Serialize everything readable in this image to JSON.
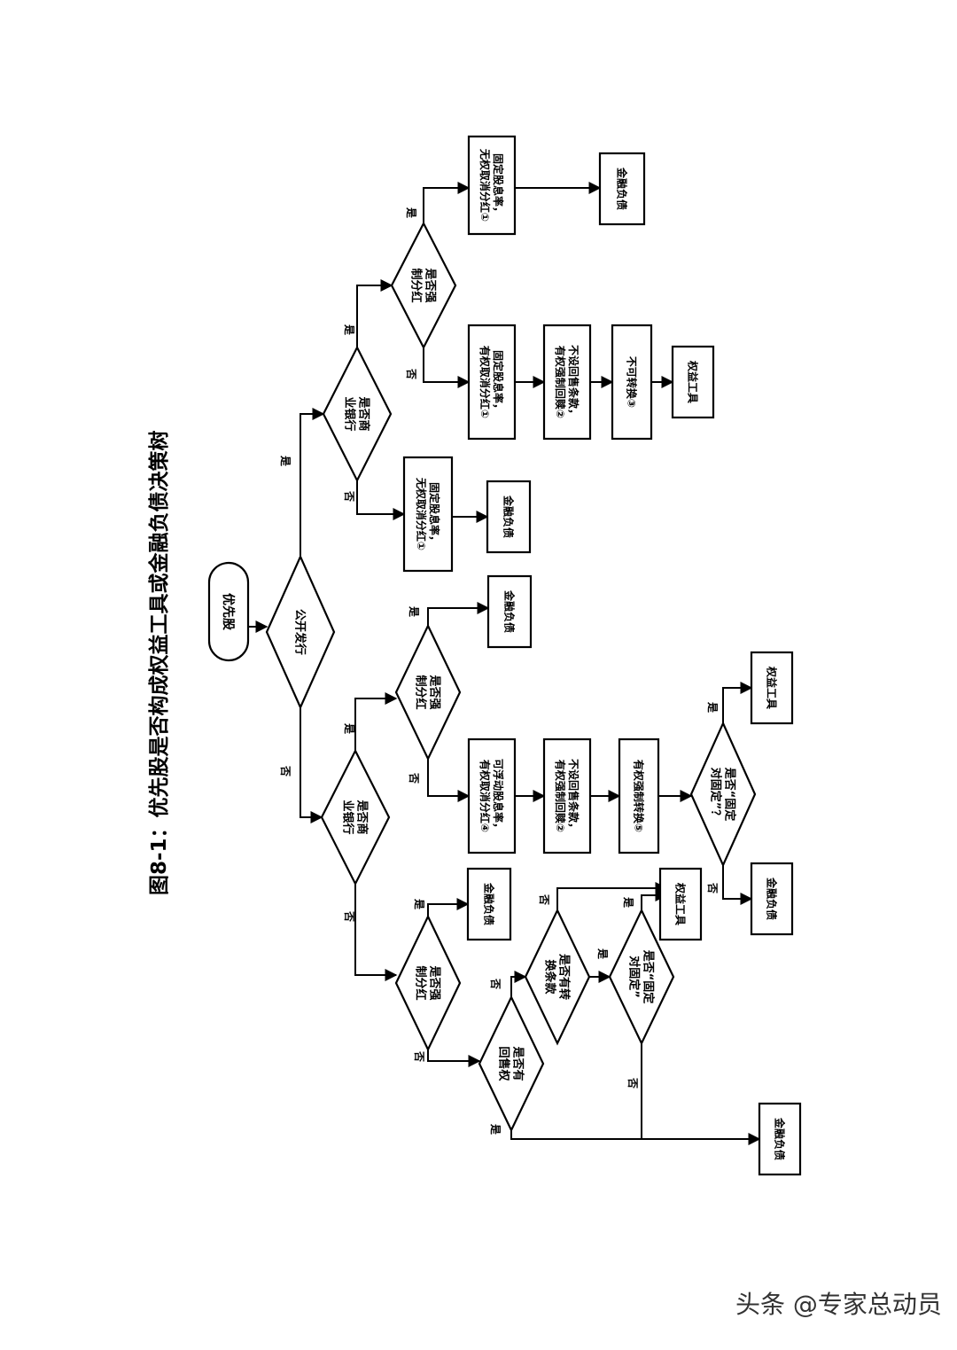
{
  "title": "图8-1：优先股是否构成权益工具或金融负债决策树",
  "watermark": "头条 @专家总动员",
  "nodes": {
    "start": "优先股",
    "public": "公开发行",
    "bank_a": "是否商业银行",
    "div_a": "是否强制分红",
    "fl_a1": "固定股息率，无权取消分红①",
    "fl_a1b": "金融负债",
    "div_b": "是否强制分红",
    "fx_b1": "固定股息率，无权取消分红①",
    "fl_b1": "金融负债",
    "fx_b2": "固定股息率，有权取消分红①",
    "put_b": "不设回售条款，有权强制回赎②",
    "nc_b": "不可转换③",
    "eq_b": "权益工具",
    "bank_c": "是否商业银行",
    "div_c": "是否强制分红",
    "fl_c": "金融负债",
    "fl_c1": "可浮动股息率，有权取消分红④",
    "put_c": "不设回售条款，有权强制回赎②",
    "conv_c": "有权强制转换⑤",
    "ff_c": "是否“固定对固定”？",
    "eq_c": "权益工具",
    "fl_c2": "金融负债",
    "div_d": "是否强制分红",
    "fl_d": "金融负债",
    "put_d": "是否有回售权",
    "conv_d": "是否有转换条款",
    "ff_d": "是否“固定对固定”",
    "eq_d": "权益工具",
    "fl_d2": "金融负债"
  },
  "edge_labels": {
    "yes": "是",
    "no": "否"
  }
}
